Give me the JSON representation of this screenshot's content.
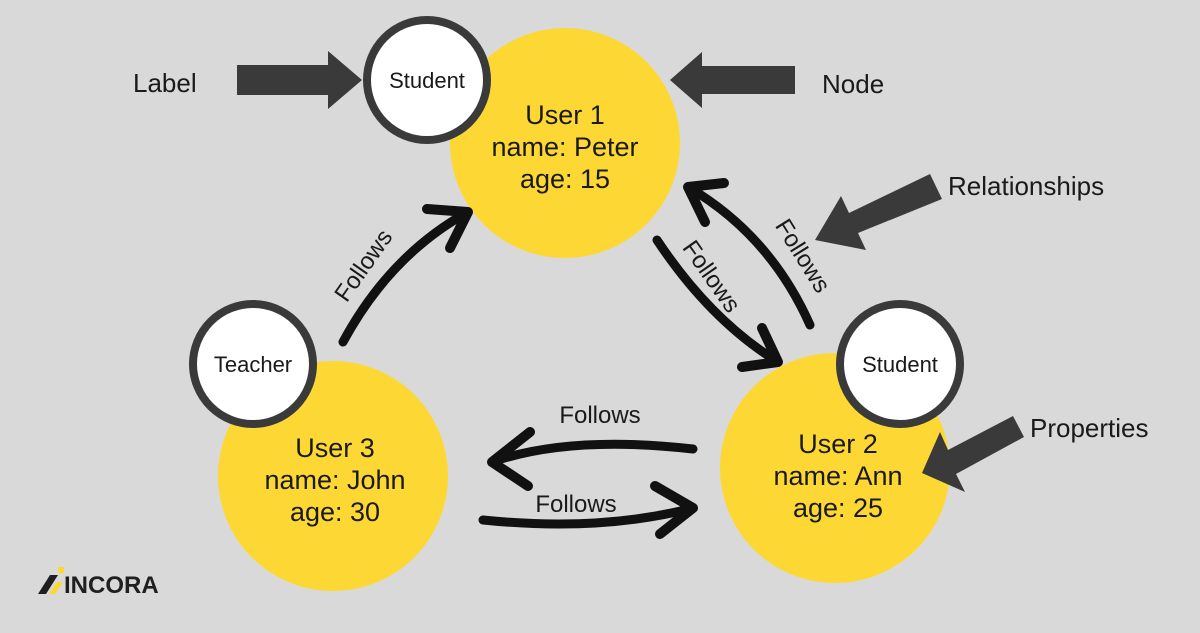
{
  "colors": {
    "background": "#d9d9d9",
    "node_fill": "#fdd835",
    "label_fill": "#ffffff",
    "label_stroke": "#3a3a3a",
    "callout_arrow": "#3a3a3a",
    "relationship_arrow": "#111111",
    "text": "#1a1a1a"
  },
  "callouts": {
    "label": "Label",
    "node": "Node",
    "relationships": "Relationships",
    "properties": "Properties"
  },
  "nodes": {
    "user1": {
      "title": "User 1",
      "name": "name: Peter",
      "age": "age: 15",
      "label": "Student"
    },
    "user2": {
      "title": "User 2",
      "name": "name: Ann",
      "age": "age: 25",
      "label": "Student"
    },
    "user3": {
      "title": "User 3",
      "name": "name: John",
      "age": "age: 30",
      "label": "Teacher"
    }
  },
  "relationships": {
    "user3_to_user1": "Follows",
    "user1_to_user2": "Follows",
    "user2_to_user1": "Follows",
    "user2_to_user3": "Follows",
    "user3_to_user2": "Follows"
  },
  "brand": {
    "logo_text": "INCORA",
    "logo_icon": "incora-logo-icon"
  }
}
